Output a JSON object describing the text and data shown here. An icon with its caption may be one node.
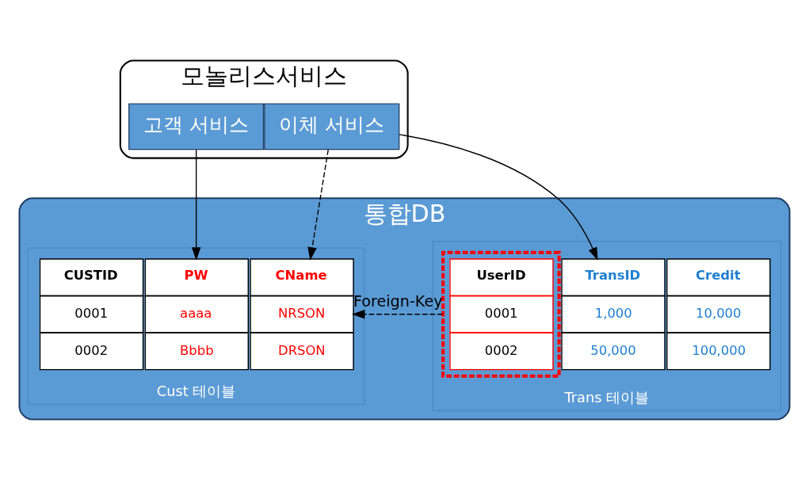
{
  "diagram": {
    "nodes": [
      {
        "text": [
          "모놀리스서비스"
        ]
      },
      {
        "text": [
          "고객 서비스"
        ],
        "in": 0
      },
      {
        "text": [
          "이체 서비스"
        ],
        "in": 0
      },
      {
        "text": [
          "통합DB"
        ]
      },
      {
        "text": [
          "Cust 테이블"
        ],
        "in": 3
      },
      {
        "text": [
          "CUSTID",
          "0001",
          "0002"
        ],
        "in": 4
      },
      {
        "text": [
          "PW",
          "aaaa",
          "Bbbb"
        ],
        "in": 4
      },
      {
        "text": [
          "CName",
          "NRSON",
          "DRSON"
        ],
        "in": 4
      },
      {
        "text": [
          "Trans 테이블"
        ],
        "in": 3
      },
      {
        "text": [
          "UserID",
          "0001",
          "0002"
        ],
        "in": 8
      },
      {
        "text": [
          "TransID",
          "1,000",
          "50,000"
        ],
        "in": 8
      },
      {
        "text": [
          "Credit",
          "10,000",
          "100,000"
        ],
        "in": 8
      }
    ],
    "edges": [
      {
        "from": 1,
        "to": 6,
        "arrow": "to"
      },
      {
        "from": 2,
        "to": 7,
        "arrow": "to",
        "style": "dashed"
      },
      {
        "from": 2,
        "to": 10,
        "arrow": "to"
      },
      {
        "from": 9,
        "to": 7,
        "arrow": "to",
        "style": "dashed",
        "label": "Foreign-Key"
      }
    ]
  }
}
